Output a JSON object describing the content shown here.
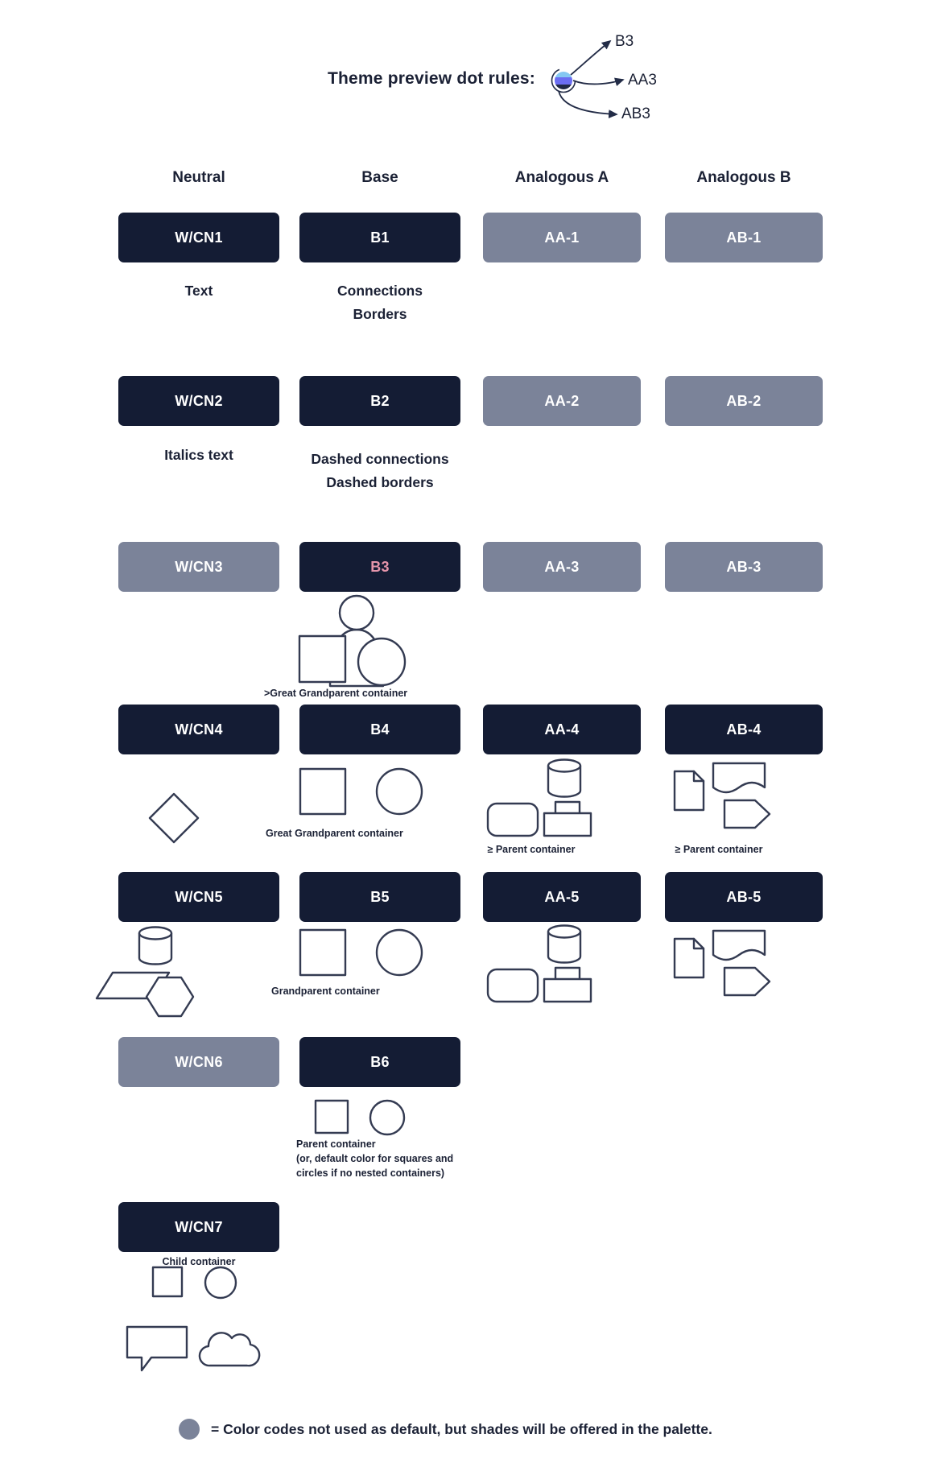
{
  "theme_dot": {
    "title": "Theme preview dot rules:",
    "labels": {
      "b3": "B3",
      "aa3": "AA3",
      "ab3": "AB3"
    },
    "dot_colors": {
      "light_blue": "#85c8f2",
      "indigo": "#6b6df2",
      "dark": "#202945"
    }
  },
  "columns": {
    "neutral": "Neutral",
    "base": "Base",
    "analogous_a": "Analogous A",
    "analogous_b": "Analogous B"
  },
  "pills": {
    "wcn1": "W/CN1",
    "wcn2": "W/CN2",
    "wcn3": "W/CN3",
    "wcn4": "W/CN4",
    "wcn5": "W/CN5",
    "wcn6": "W/CN6",
    "wcn7": "W/CN7",
    "b1": "B1",
    "b2": "B2",
    "b3": "B3",
    "b4": "B4",
    "b5": "B5",
    "b6": "B6",
    "aa1": "AA-1",
    "aa2": "AA-2",
    "aa3": "AA-3",
    "aa4": "AA-4",
    "aa5": "AA-5",
    "ab1": "AB-1",
    "ab2": "AB-2",
    "ab3": "AB-3",
    "ab4": "AB-4",
    "ab5": "AB-5"
  },
  "captions": {
    "neutral_text": "Text",
    "base_connections": "Connections",
    "base_borders": "Borders",
    "neutral_italics": "Italics text",
    "base_dashed_connections": "Dashed connections",
    "base_dashed_borders": "Dashed borders",
    "great_grandparent_gt": ">Great Grandparent container",
    "great_grandparent": "Great Grandparent container",
    "parent_ge_aa": "≥ Parent container",
    "parent_ge_ab": "≥ Parent container",
    "grandparent": "Grandparent container",
    "parent_line1": "Parent container",
    "parent_line2": "(or, default color for squares and",
    "parent_line3": "circles if no nested containers)",
    "child": "Child container"
  },
  "legend": {
    "dot_color": "#7b8399",
    "text": "= Color codes not used as default, but shades will be offered in the palette."
  },
  "colors": {
    "pill_dark": "#141c34",
    "pill_gray": "#7b8399",
    "b3_text_pink": "#e595ab",
    "shape_stroke": "#343b52"
  }
}
